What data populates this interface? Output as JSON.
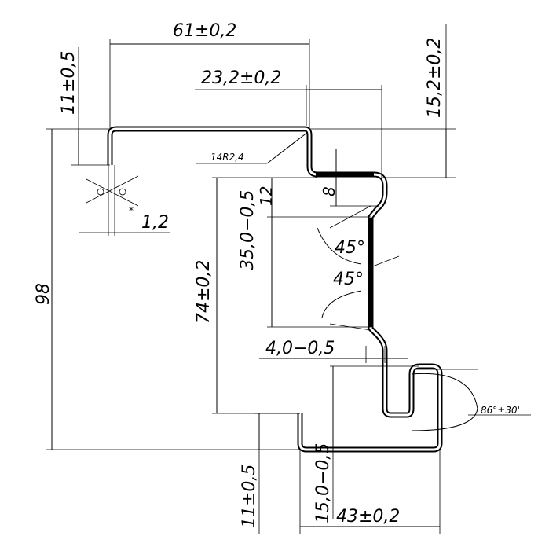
{
  "dimensions": {
    "total_width": "61±0,2",
    "top_offset": "23,2±0,2",
    "right_upper_height": "15,2±0,2",
    "left_lip": "11±0,5",
    "radius": "14R2,4",
    "thickness": "1,2",
    "asterisk": "*",
    "web_recess": "35,0−0,5",
    "web_height": "74±0,2",
    "offset_12": "12",
    "offset_8": "8",
    "angle_upper": "45°",
    "angle_lower": "45°",
    "total_height": "98",
    "rib_depth": "4,0−0,5",
    "flange_angle": "86°±30'",
    "bottom_lip": "11±0,5",
    "bottom_flange": "15,0−0,5",
    "bottom_width": "43±0,2"
  }
}
